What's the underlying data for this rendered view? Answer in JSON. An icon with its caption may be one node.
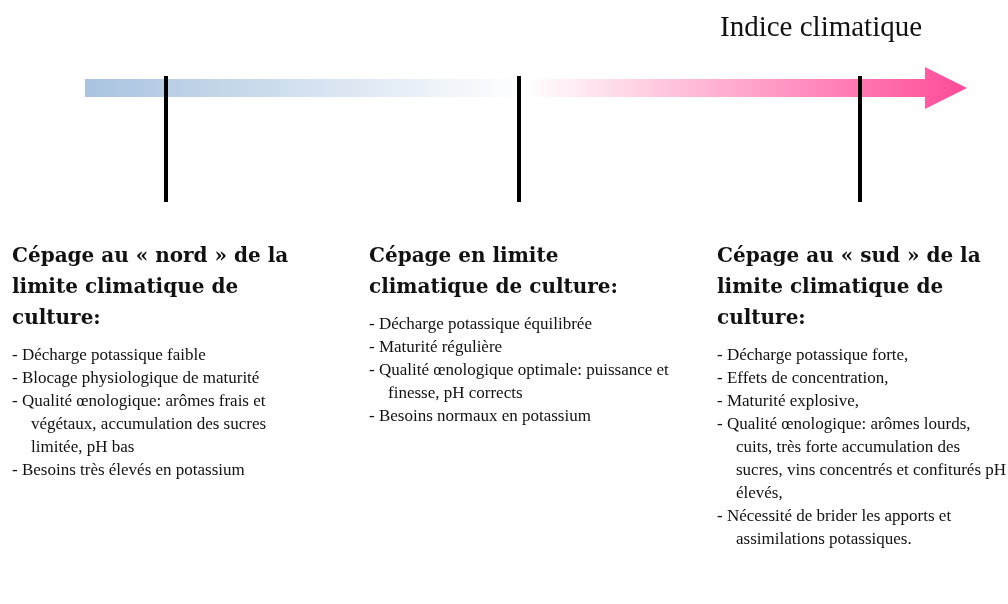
{
  "diagram": {
    "labels": [
      "Indice climatique",
      "Cépage au « nord » de la limite climatique de culture:",
      "- Décharge potassique faible",
      "- Blocage physiologique de maturité",
      "- Qualité œnologique: arômes frais et végétaux, accumulation des sucres limitée, pH bas",
      "- Besoins très élevés en potassium",
      "Cépage en limite climatique de culture:",
      "- Décharge potassique équilibrée",
      "- Maturité régulière",
      "- Qualité œnologique optimale: puissance et finesse, pH corrects",
      "- Besoins normaux en potassium",
      "Cépage au « sud » de la limite climatique de culture:",
      "- Décharge potassique forte,",
      "- Effets de concentration,",
      "- Maturité explosive,",
      "- Qualité œnologique: arômes lourds, cuits, très forte accumulation des sucres, vins concentrés et confiturés pH élevés,",
      "- Nécessité de brider les apports et assimilations potassiques."
    ]
  }
}
